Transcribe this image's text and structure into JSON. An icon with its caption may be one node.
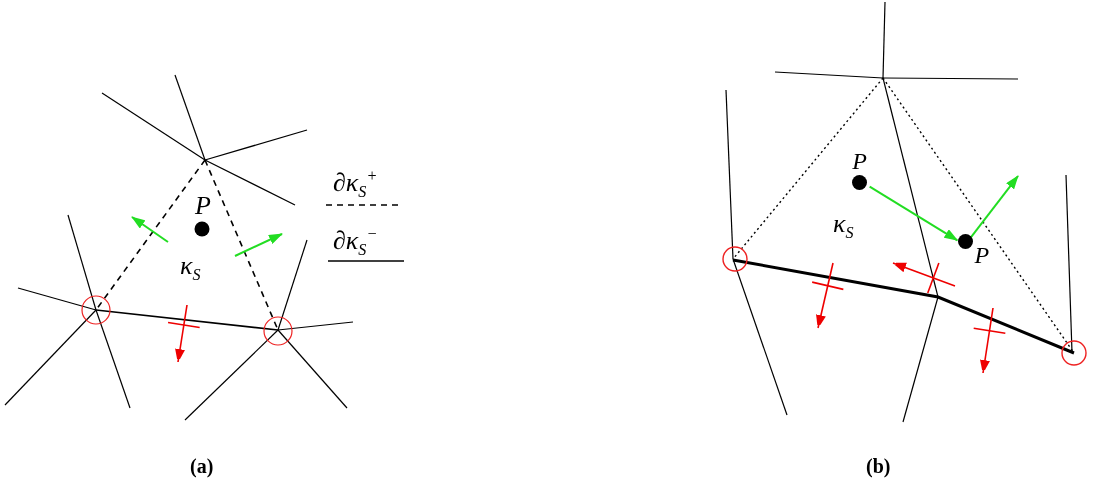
{
  "diagram": {
    "nodes": [
      {
        "text": [
          "P"
        ]
      },
      {
        "text": [
          "P"
        ]
      }
    ],
    "edges": [
      {
        "from": 0,
        "to": 1,
        "arrow": "to"
      },
      {
        "from": 1,
        "to": null,
        "arrow": "to"
      }
    ],
    "labels": [
      "P",
      "κ$_{S}$",
      "κ$_{S}$",
      "(a)",
      "(b)"
    ],
    "legend": [
      {
        "text": "∂κ$_{S}$$^{+}$"
      },
      {
        "text": "∂κ$_{S}$$^{−}$"
      }
    ]
  }
}
